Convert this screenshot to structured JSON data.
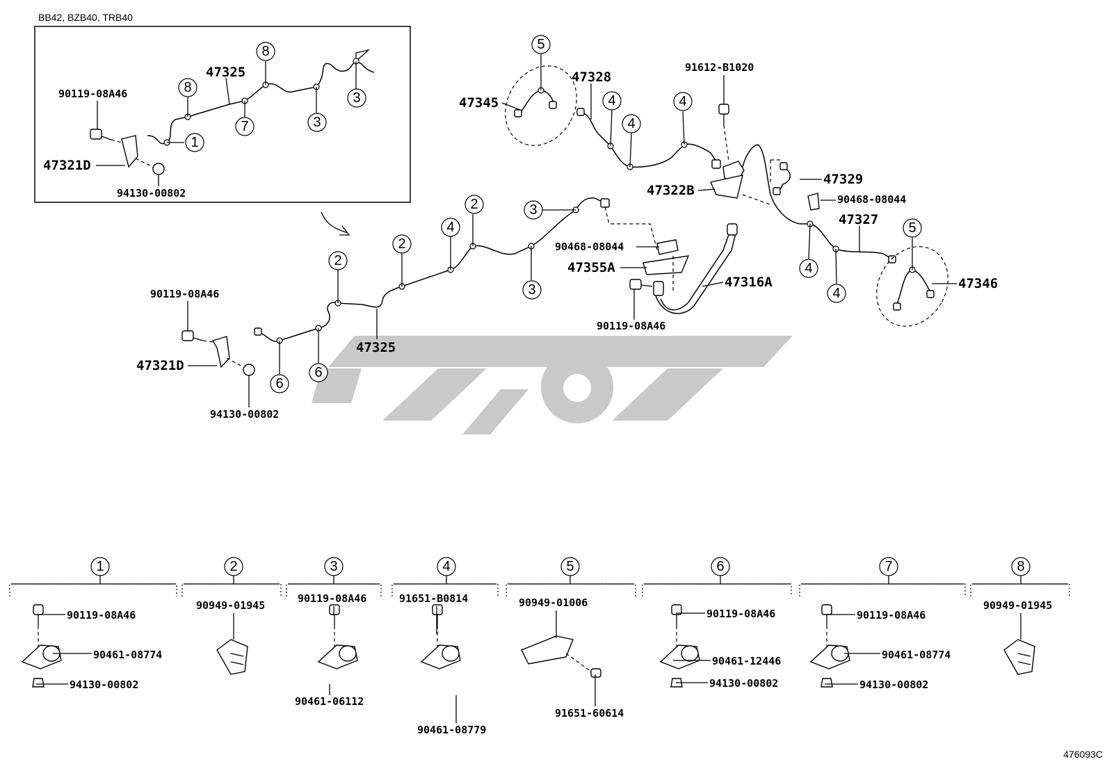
{
  "inset": {
    "model_caption": "BB42, BZB40, TRB40",
    "labels": {
      "bolt": "90119-08A46",
      "clamp": "47321D",
      "nut": "94130-00802",
      "tube": "47325"
    },
    "markers": [
      "8",
      "8",
      "7",
      "1",
      "3",
      "3"
    ]
  },
  "main": {
    "labels": {
      "p47328": "47328",
      "p47345": "47345",
      "p91612": "91612-B1020",
      "p47329": "47329",
      "p47322B": "47322B",
      "p90468a": "90468-08044",
      "p47327": "47327",
      "p47346": "47346",
      "p90468b": "90468-08044",
      "p47355A": "47355A",
      "p47316A": "47316A",
      "p90119c": "90119-08A46",
      "p90119l": "90119-08A46",
      "p47321D": "47321D",
      "p94130": "94130-00802",
      "p47325": "47325"
    },
    "markers": {
      "m5a": "5",
      "m4a": "4",
      "m4b": "4",
      "m4c": "4",
      "m5b": "5",
      "m4d": "4",
      "m4e": "4",
      "m3a": "3",
      "m2a": "2",
      "m4f": "4",
      "m2b": "2",
      "m3b": "3",
      "m2c": "2",
      "m6a": "6",
      "m6b": "6"
    }
  },
  "legend": [
    {
      "num": "1",
      "parts": [
        "90119-08A46",
        "90461-08774",
        "94130-00802"
      ]
    },
    {
      "num": "2",
      "parts": [
        "90949-01945"
      ]
    },
    {
      "num": "3",
      "parts": [
        "90119-08A46",
        "90461-06112"
      ]
    },
    {
      "num": "4",
      "parts": [
        "91651-B0814",
        "90461-08779"
      ]
    },
    {
      "num": "5",
      "parts": [
        "90949-01006",
        "91651-60614"
      ]
    },
    {
      "num": "6",
      "parts": [
        "90119-08A46",
        "90461-12446",
        "94130-00802"
      ]
    },
    {
      "num": "7",
      "parts": [
        "90119-08A46",
        "90461-08774",
        "94130-00802"
      ]
    },
    {
      "num": "8",
      "parts": [
        "90949-01945"
      ]
    }
  ],
  "diagram_id": "476093C"
}
